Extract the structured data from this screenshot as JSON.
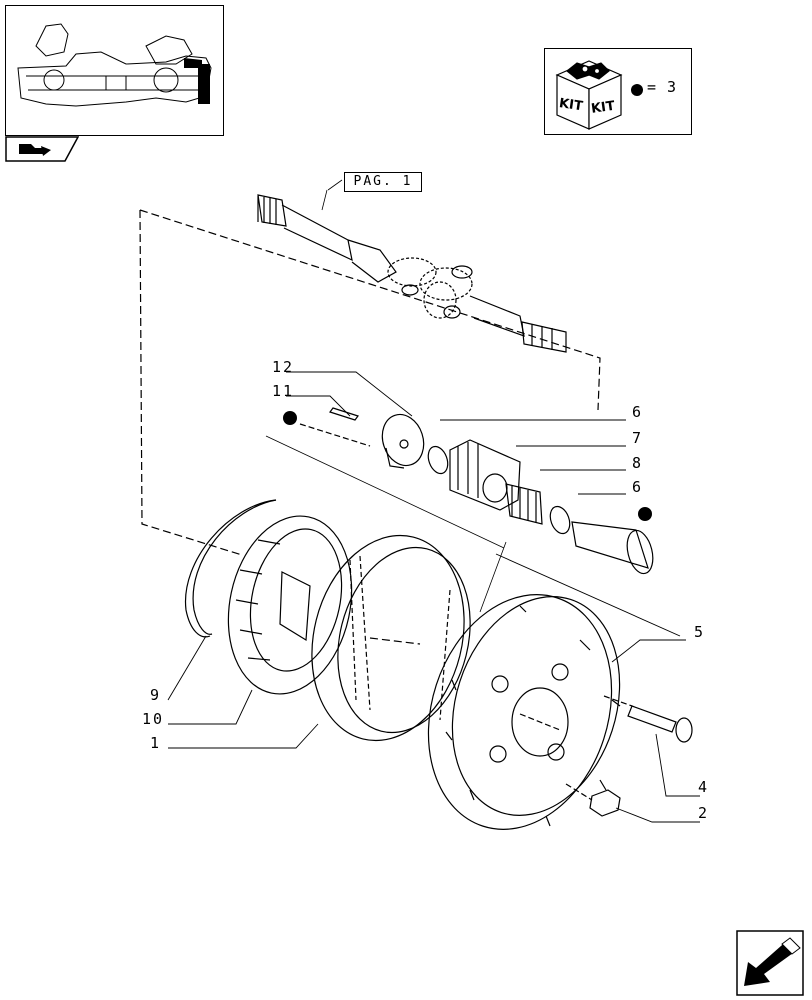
{
  "kit_legend": {
    "kit_text_left": "KIT",
    "kit_text_right": "KIT",
    "quantity_text": "= 3"
  },
  "reference": {
    "page_ref": "PAG. 1"
  },
  "callouts": [
    {
      "id": "c12",
      "text": "12"
    },
    {
      "id": "c11",
      "text": "11"
    },
    {
      "id": "c6a",
      "text": "6"
    },
    {
      "id": "c7",
      "text": "7"
    },
    {
      "id": "c8",
      "text": "8"
    },
    {
      "id": "c6b",
      "text": "6"
    },
    {
      "id": "c5",
      "text": "5"
    },
    {
      "id": "c9",
      "text": "9"
    },
    {
      "id": "c10",
      "text": "10"
    },
    {
      "id": "c1",
      "text": "1"
    },
    {
      "id": "c4",
      "text": "4"
    },
    {
      "id": "c2",
      "text": "2"
    }
  ],
  "icons": {
    "thumbnail": "axle-assembly-thumbnail",
    "tab": "tractor-section-icon",
    "kit": "kit-box-icon",
    "kit_dot": "kit-marker-dot",
    "nav": "next-page-arrow-icon"
  },
  "colors": {
    "ink": "#000000",
    "paper": "#ffffff"
  }
}
